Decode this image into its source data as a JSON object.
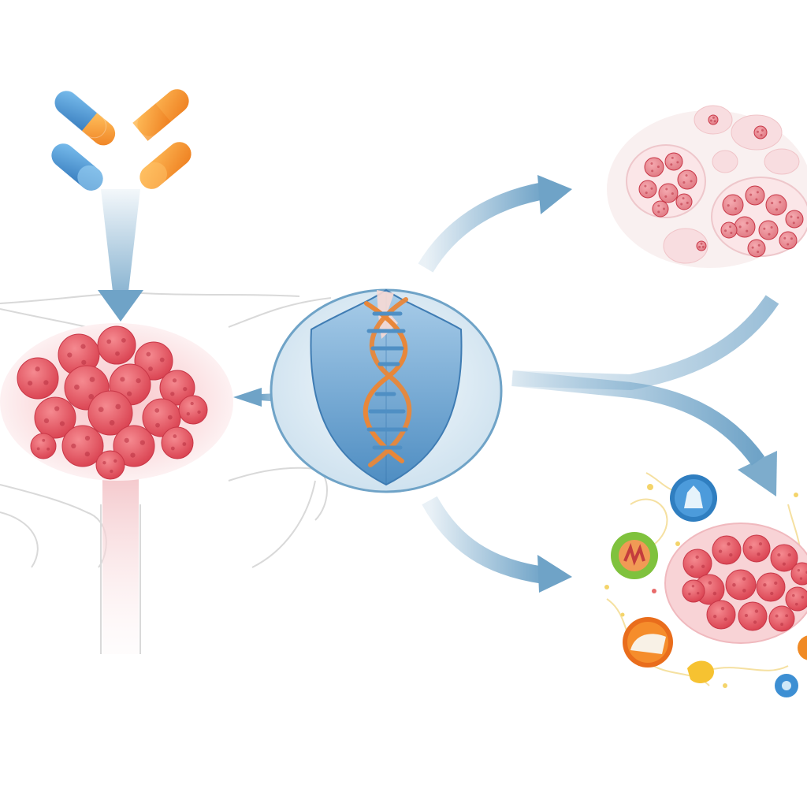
{
  "diagram": {
    "nodes": [
      {
        "id": "pills",
        "icon": "capsule-pills-icon"
      },
      {
        "id": "prostate",
        "icon": "tumor-cell-cluster-icon"
      },
      {
        "id": "shield",
        "icon": "dna-shield-icon"
      },
      {
        "id": "tissue",
        "icon": "tissue-section-icon"
      },
      {
        "id": "microenvironment",
        "icon": "tumor-microenvironment-icon"
      }
    ],
    "edges": [
      {
        "from": "pills",
        "to": "prostate"
      },
      {
        "from": "shield",
        "to": "prostate"
      },
      {
        "from": "shield",
        "to": "tissue"
      },
      {
        "from": "tissue",
        "to": "microenvironment"
      },
      {
        "from": "shield",
        "to": "microenvironment"
      }
    ]
  },
  "colors": {
    "arrow": "#6fa3c7",
    "capsule_blue": "#3b87c9",
    "capsule_orange": "#f29a2e",
    "cell_red": "#e5525f",
    "tissue_pink": "#f6d3d6",
    "shield_blue": "#4f8fc4",
    "dna_orange": "#e8873a",
    "outline_gray": "#d8d8d8"
  }
}
